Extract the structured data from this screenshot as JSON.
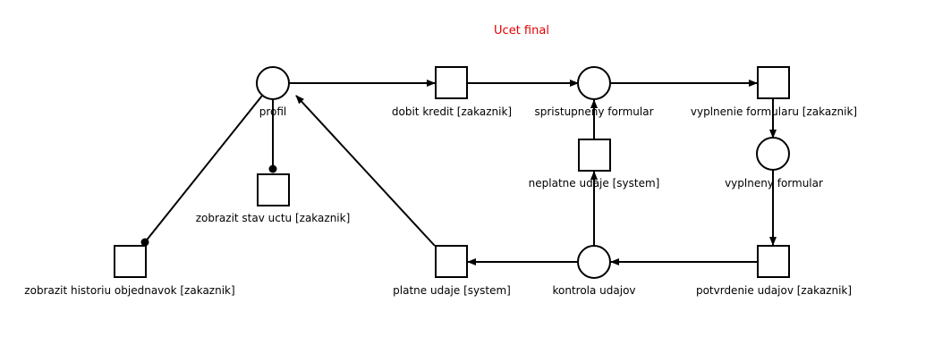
{
  "title": "Ucet final",
  "colors": {
    "title": "#e00000",
    "stroke": "#000000",
    "background": "#ffffff"
  },
  "places": {
    "profil": "profil",
    "spristupneny_formular": "spristupneny formular",
    "vyplneny_formular": "vyplneny formular",
    "kontrola_udajov": "kontrola udajov"
  },
  "transitions": {
    "dobit_kredit": "dobit kredit [zakaznik]",
    "vyplnenie_formularu": "vyplnenie formularu [zakaznik]",
    "neplatne_udaje": "neplatne udaje [system]",
    "zobrazit_stav_uctu": "zobrazit stav uctu [zakaznik]",
    "zobrazit_historiu": "zobrazit historiu objednavok [zakaznik]",
    "platne_udaje": "platne udaje [system]",
    "potvrdenie_udajov": "potvrdenie udajov [zakaznik]"
  },
  "arcs": [
    {
      "from": "profil",
      "to": "dobit_kredit",
      "kind": "arrow"
    },
    {
      "from": "dobit_kredit",
      "to": "spristupneny_formular",
      "kind": "arrow"
    },
    {
      "from": "spristupneny_formular",
      "to": "vyplnenie_formularu",
      "kind": "arrow"
    },
    {
      "from": "vyplnenie_formularu",
      "to": "vyplneny_formular",
      "kind": "arrow"
    },
    {
      "from": "vyplneny_formular",
      "to": "potvrdenie_udajov",
      "kind": "arrow"
    },
    {
      "from": "potvrdenie_udajov",
      "to": "kontrola_udajov",
      "kind": "arrow"
    },
    {
      "from": "kontrola_udajov",
      "to": "platne_udaje",
      "kind": "arrow"
    },
    {
      "from": "kontrola_udajov",
      "to": "neplatne_udaje",
      "kind": "arrow"
    },
    {
      "from": "neplatne_udaje",
      "to": "spristupneny_formular",
      "kind": "arrow"
    },
    {
      "from": "platne_udaje",
      "to": "profil",
      "kind": "arrow"
    },
    {
      "from": "profil",
      "to": "zobrazit_stav_uctu",
      "kind": "read"
    },
    {
      "from": "profil",
      "to": "zobrazit_historiu",
      "kind": "read"
    }
  ]
}
